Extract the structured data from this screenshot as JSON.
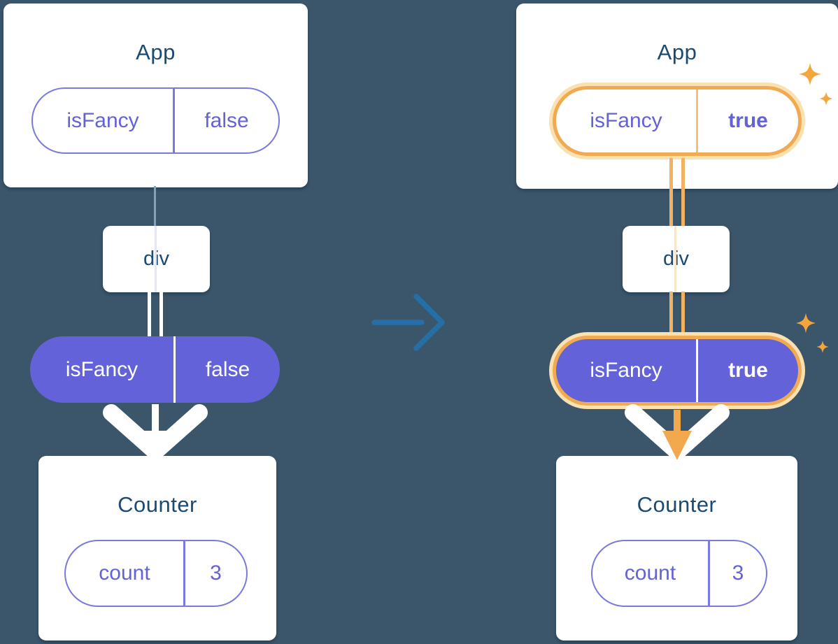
{
  "before": {
    "app": {
      "title": "App",
      "state": {
        "key": "isFancy",
        "value": "false"
      }
    },
    "middle": {
      "title": "div"
    },
    "prop": {
      "key": "isFancy",
      "value": "false"
    },
    "counter": {
      "title": "Counter",
      "state": {
        "key": "count",
        "value": "3"
      }
    }
  },
  "after": {
    "app": {
      "title": "App",
      "state": {
        "key": "isFancy",
        "value": "true"
      }
    },
    "middle": {
      "title": "div"
    },
    "prop": {
      "key": "isFancy",
      "value": "true"
    },
    "counter": {
      "title": "Counter",
      "state": {
        "key": "count",
        "value": "3"
      }
    }
  },
  "colors": {
    "background": "#3b566b",
    "card": "#ffffff",
    "title_text": "#1b4a73",
    "purple_fill": "#6362d8",
    "purple_outline": "#7a79dd",
    "purple_text": "#6362d6",
    "highlight_border": "#f0aa52",
    "highlight_glow": "#fbe0b0",
    "sparkle": "#f4a63d",
    "transform_arrow": "#2470a6",
    "flow_arrow_white": "#ffffff",
    "flow_arrow_orange": "#f2a94e"
  }
}
